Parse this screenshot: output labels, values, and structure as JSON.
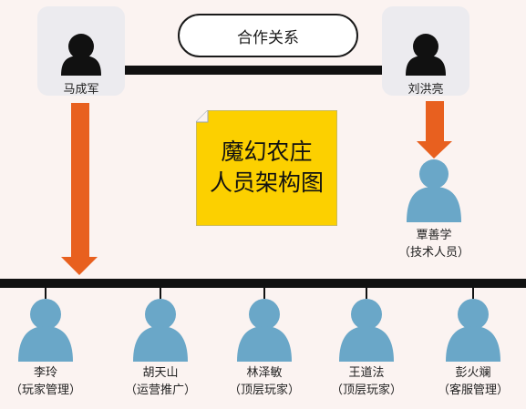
{
  "relationship_label": "合作关系",
  "title_lines": [
    "魔幻农庄",
    "人员架构图"
  ],
  "partners": [
    {
      "name": "马成军"
    },
    {
      "name": "刘洪亮"
    }
  ],
  "tech_staff": {
    "name": "覃善学",
    "role": "（技术人员）"
  },
  "team": [
    {
      "name": "李玲",
      "role": "（玩家管理）"
    },
    {
      "name": "胡天山",
      "role": "（运营推广）"
    },
    {
      "name": "林泽敏",
      "role": "（顶层玩家）"
    },
    {
      "name": "王道法",
      "role": "（顶层玩家）"
    },
    {
      "name": "彭火斓",
      "role": "（客服管理）"
    }
  ],
  "colors": {
    "background": "#fbf3f1",
    "card": "#ecebef",
    "arrow": "#e8601f",
    "person": "#6aa7c8",
    "note": "#fcd000",
    "line": "#111111"
  },
  "icons": {
    "partner": "person-silhouette-icon",
    "staff": "person-silhouette-icon",
    "connector": "down-arrow-icon"
  }
}
